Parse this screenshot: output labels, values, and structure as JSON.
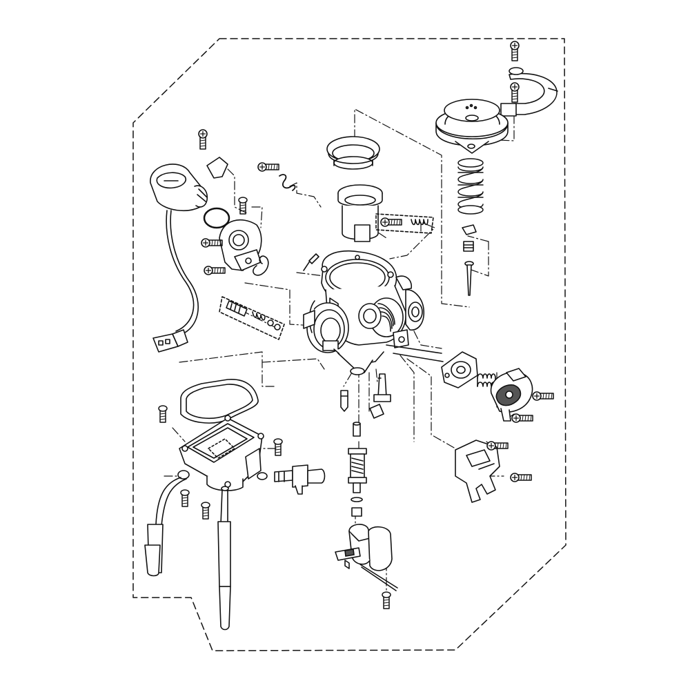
{
  "colors": {
    "background": "#ffffff",
    "line": "#111111",
    "shade": "#555555"
  },
  "diagram": {
    "kind": "exploded-parts-view",
    "border_style": "dashed",
    "leader_style": "dash-dot",
    "parts": [
      {
        "id": "carburetor-body",
        "icon": "carburetor-body-icon"
      },
      {
        "id": "vacuum-top-cover",
        "icon": "top-cover-icon"
      },
      {
        "id": "cover-bracket",
        "icon": "bracket-icon"
      },
      {
        "id": "piston-spring",
        "icon": "spring-icon"
      },
      {
        "id": "jet-needle",
        "icon": "needle-icon"
      },
      {
        "id": "diaphragm",
        "icon": "diaphragm-icon"
      },
      {
        "id": "vacuum-piston",
        "icon": "piston-icon"
      },
      {
        "id": "auto-choke",
        "icon": "choke-actuator-icon"
      },
      {
        "id": "connector",
        "icon": "connector-icon"
      },
      {
        "id": "choke-plate",
        "icon": "plate-icon"
      },
      {
        "id": "o-ring",
        "icon": "o-ring-icon"
      },
      {
        "id": "float-chamber-gasket",
        "icon": "gasket-icon"
      },
      {
        "id": "float-chamber",
        "icon": "float-bowl-icon"
      },
      {
        "id": "drain-hose",
        "icon": "hose-icon"
      },
      {
        "id": "overflow-tube",
        "icon": "tube-icon"
      },
      {
        "id": "pilot-screw",
        "icon": "screw-icon"
      },
      {
        "id": "main-jet",
        "icon": "jet-icon"
      },
      {
        "id": "needle-jet",
        "icon": "jet-icon"
      },
      {
        "id": "float",
        "icon": "float-icon"
      },
      {
        "id": "accelerator-pump-cover",
        "icon": "pump-cover-icon"
      },
      {
        "id": "pump-diaphragm",
        "icon": "diaphragm-icon"
      },
      {
        "id": "throttle-lever-bracket",
        "icon": "bracket-icon"
      },
      {
        "id": "float-valve",
        "icon": "valve-icon"
      },
      {
        "id": "screws",
        "icon": "screw-icon"
      }
    ]
  }
}
